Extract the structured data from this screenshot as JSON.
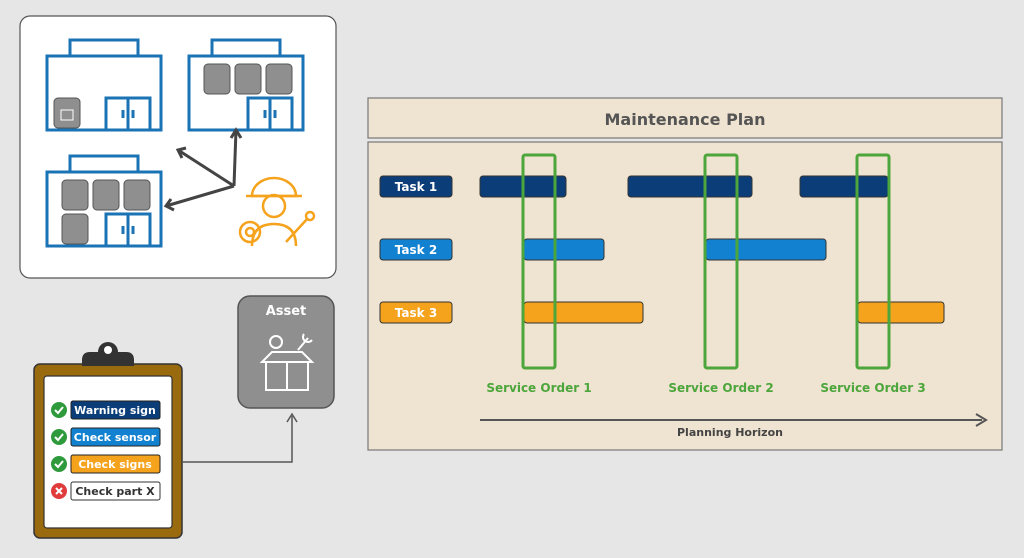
{
  "plan": {
    "title": "Maintenance Plan",
    "axis_label": "Planning Horizon"
  },
  "tasks": [
    {
      "label": "Task 1",
      "color": "#0b3d78"
    },
    {
      "label": "Task 2",
      "color": "#1181d0"
    },
    {
      "label": "Task 3",
      "color": "#f5a21c"
    }
  ],
  "service_orders": [
    {
      "label": "Service Order 1"
    },
    {
      "label": "Service Order 2"
    },
    {
      "label": "Service Order 3"
    }
  ],
  "asset_box": {
    "title": "Asset"
  },
  "checklist": [
    {
      "text": "Warning sign",
      "status": "check",
      "color": "#0b3d78"
    },
    {
      "text": "Check sensor",
      "status": "check",
      "color": "#1181d0"
    },
    {
      "text": "Check signs",
      "status": "check",
      "color": "#f5a21c"
    },
    {
      "text": "Check part X",
      "status": "cross",
      "color": "#ffffff"
    }
  ],
  "colors": {
    "plan_bg": "#efe3d1",
    "service_order_green": "#4ca63b",
    "building_blue": "#1a73b5",
    "worker_orange": "#f5a21c",
    "clipboard_brown": "#9a6a0f",
    "asset_gray": "#8f8f8f",
    "check_green": "#2e9a3c",
    "cross_red": "#e03c3c"
  }
}
